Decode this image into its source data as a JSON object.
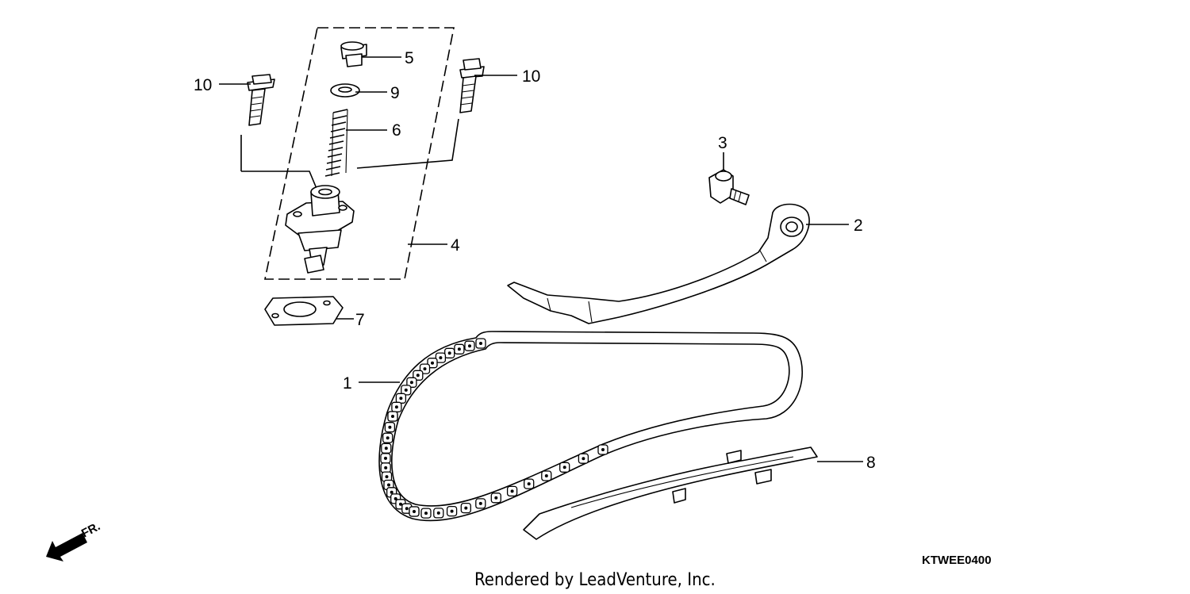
{
  "callouts": {
    "c1": "1",
    "c2": "2",
    "c3": "3",
    "c4": "4",
    "c5": "5",
    "c6": "6",
    "c7": "7",
    "c8": "8",
    "c9": "9",
    "c10_left": "10",
    "c10_right": "10"
  },
  "direction_label": "FR.",
  "diagram_code": "KTWEE0400",
  "credit": "Rendered by LeadVenture, Inc."
}
